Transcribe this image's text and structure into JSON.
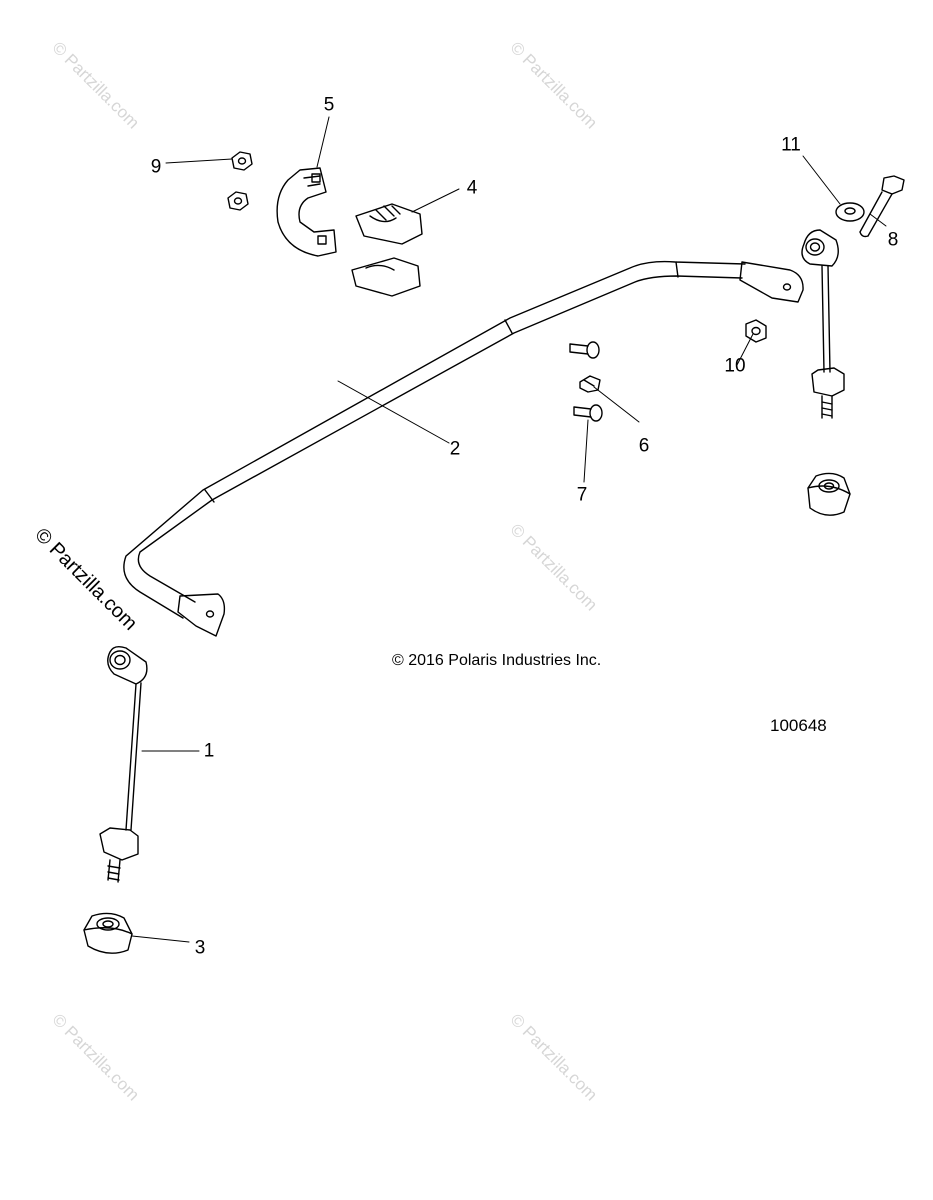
{
  "watermark": {
    "text": "© Partzilla.com",
    "color_faint": "#d6d6d6",
    "color_dark": "#000000"
  },
  "copyright": "© 2016 Polaris Industries Inc.",
  "figure_number": "100648",
  "callouts": {
    "c1": "1",
    "c2": "2",
    "c3": "3",
    "c4": "4",
    "c5": "5",
    "c6": "6",
    "c7": "7",
    "c8": "8",
    "c9": "9",
    "c10": "10",
    "c11": "11"
  },
  "parts": [
    {
      "callout": "1",
      "icon": "sway-bar-link-icon"
    },
    {
      "callout": "2",
      "icon": "stabilizer-bar-icon"
    },
    {
      "callout": "3",
      "icon": "bushing-icon"
    },
    {
      "callout": "4",
      "icon": "split-bushing-icon"
    },
    {
      "callout": "5",
      "icon": "bracket-clamp-icon"
    },
    {
      "callout": "6",
      "icon": "clip-icon"
    },
    {
      "callout": "7",
      "icon": "push-rivet-icon"
    },
    {
      "callout": "8",
      "icon": "bolt-icon"
    },
    {
      "callout": "9",
      "icon": "nut-icon"
    },
    {
      "callout": "10",
      "icon": "nut-icon"
    },
    {
      "callout": "11",
      "icon": "washer-icon"
    }
  ]
}
